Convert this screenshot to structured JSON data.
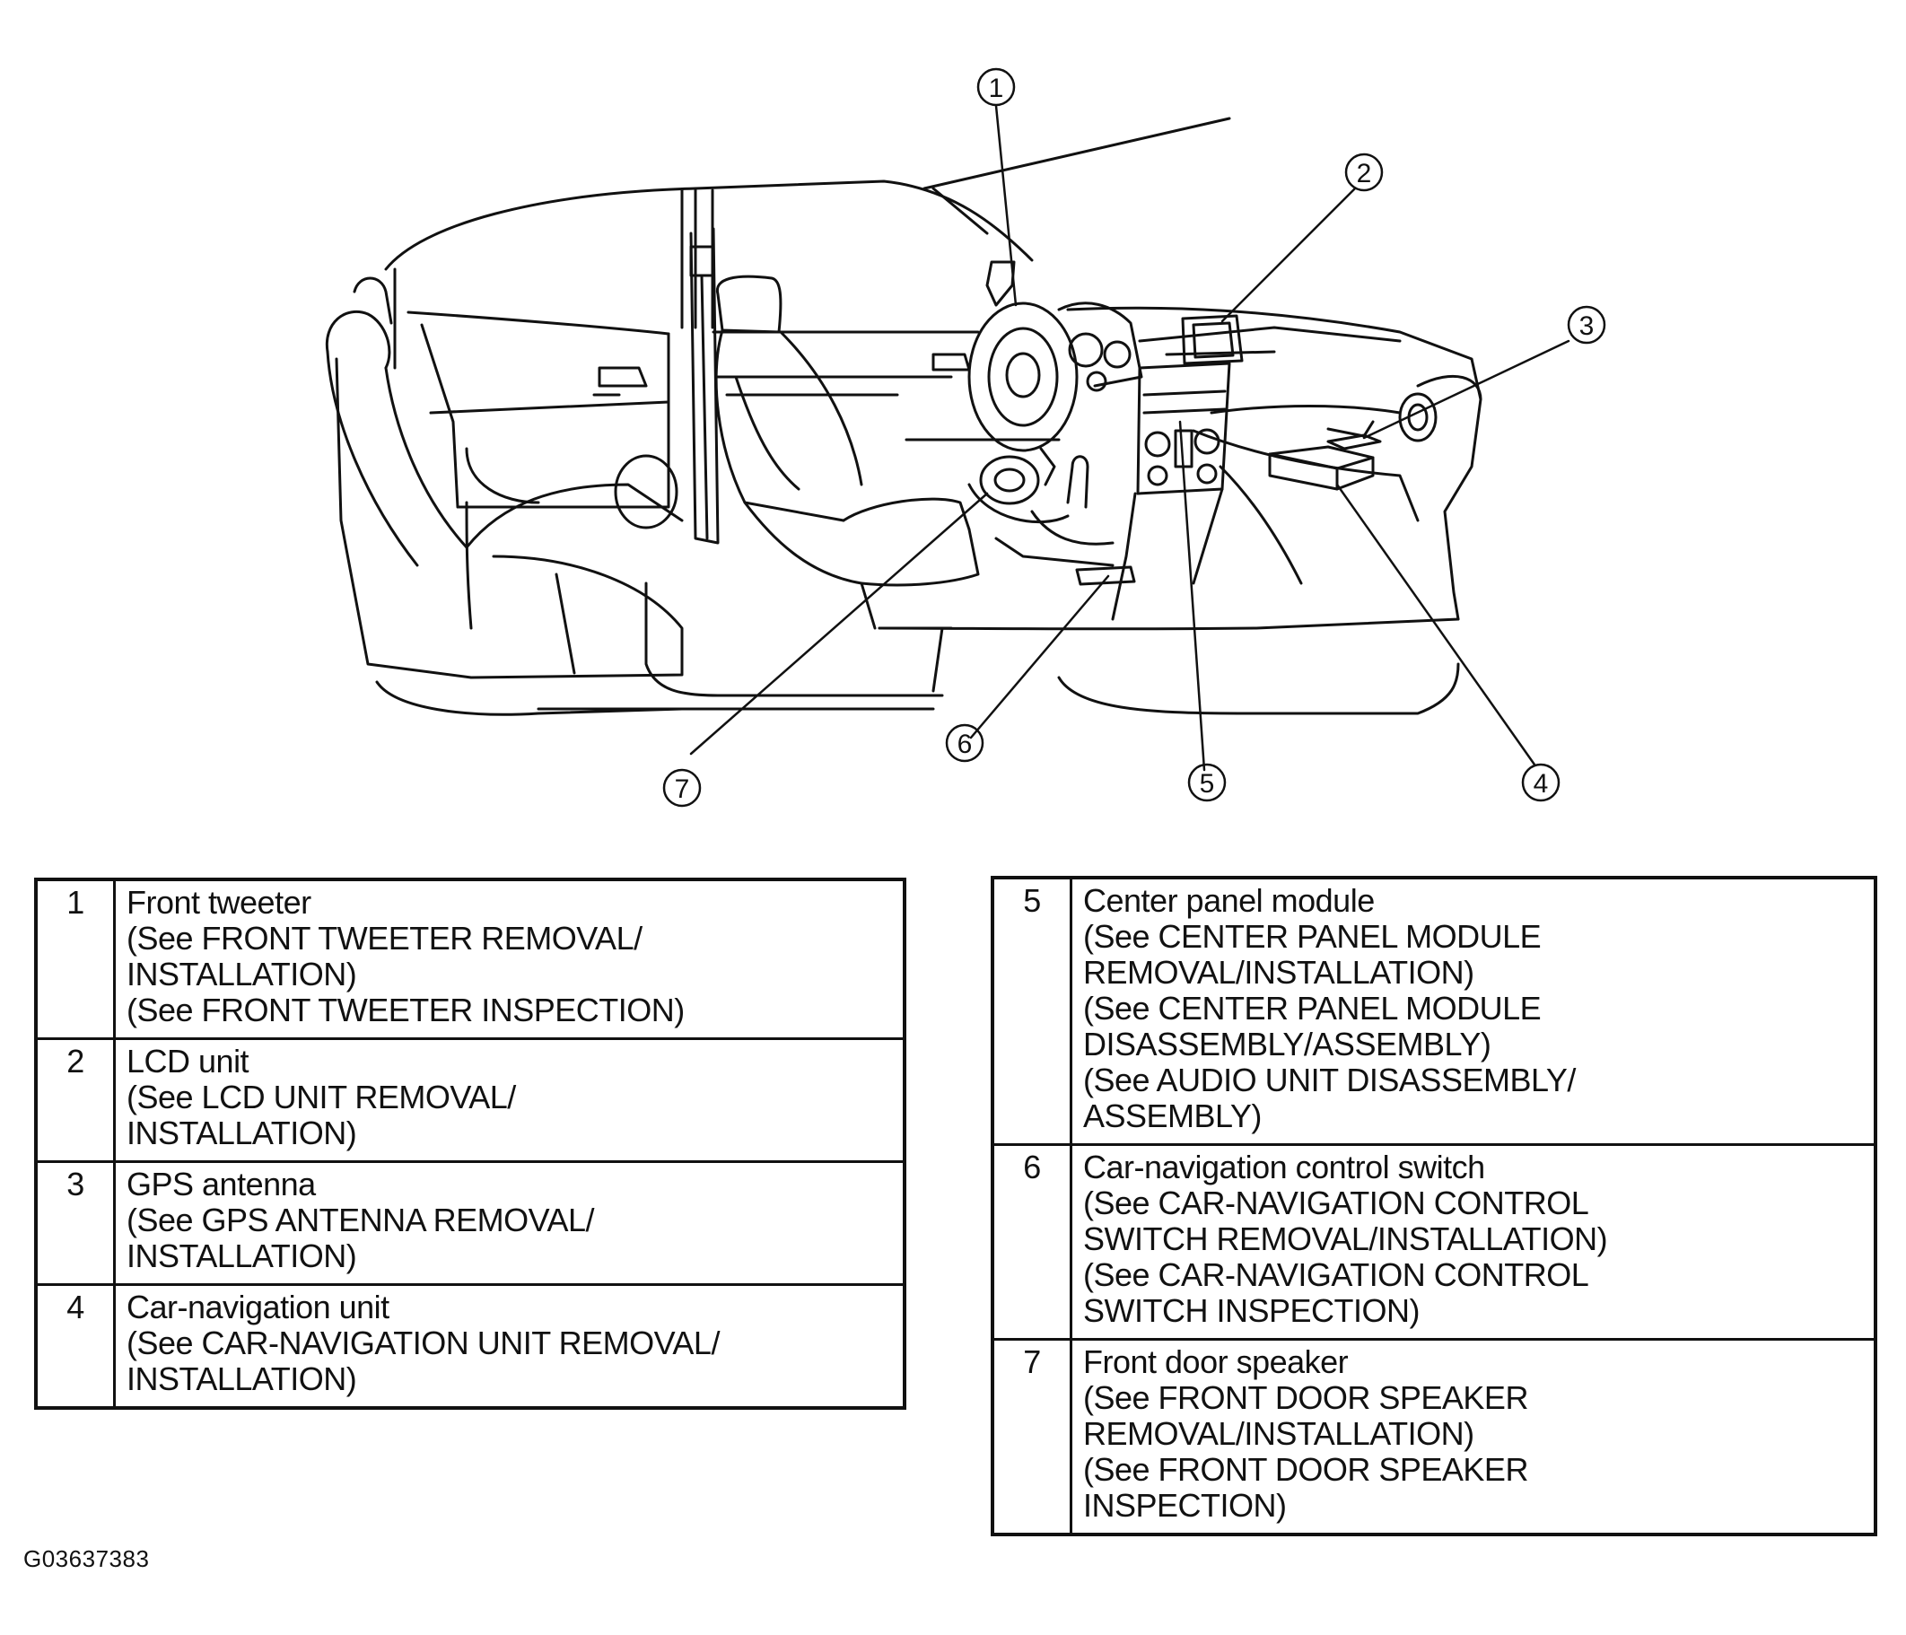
{
  "callouts": [
    "1",
    "2",
    "3",
    "4",
    "5",
    "6",
    "7"
  ],
  "legend_left": [
    {
      "num": "1",
      "lines": [
        "Front tweeter",
        "(See  FRONT TWEETER REMOVAL/",
        "INSTALLATION)",
        "(See FRONT TWEETER INSPECTION)"
      ]
    },
    {
      "num": "2",
      "lines": [
        "LCD unit",
        "(See  LCD UNIT REMOVAL/",
        "INSTALLATION)"
      ]
    },
    {
      "num": "3",
      "lines": [
        "GPS antenna",
        "(See GPS ANTENNA REMOVAL/",
        "INSTALLATION)"
      ]
    },
    {
      "num": "4",
      "lines": [
        "Car-navigation unit",
        "(See CAR-NAVIGATION UNIT REMOVAL/",
        "INSTALLATION)"
      ]
    }
  ],
  "legend_right": [
    {
      "num": "5",
      "lines": [
        "Center panel module",
        "(See CENTER PANEL MODULE",
        "REMOVAL/INSTALLATION)",
        "(See CENTER PANEL MODULE",
        "DISASSEMBLY/ASSEMBLY)",
        "(See AUDIO UNIT DISASSEMBLY/",
        "ASSEMBLY)"
      ]
    },
    {
      "num": "6",
      "lines": [
        "Car-navigation control switch",
        "(See CAR-NAVIGATION CONTROL",
        "SWITCH REMOVAL/INSTALLATION)",
        "(See CAR-NAVIGATION CONTROL",
        "SWITCH INSPECTION)"
      ]
    },
    {
      "num": "7",
      "lines": [
        "Front door speaker",
        "(See  FRONT DOOR SPEAKER",
        "REMOVAL/INSTALLATION)",
        "(See  FRONT DOOR SPEAKER",
        "INSPECTION)"
      ]
    }
  ],
  "figure_id": "G03637383"
}
